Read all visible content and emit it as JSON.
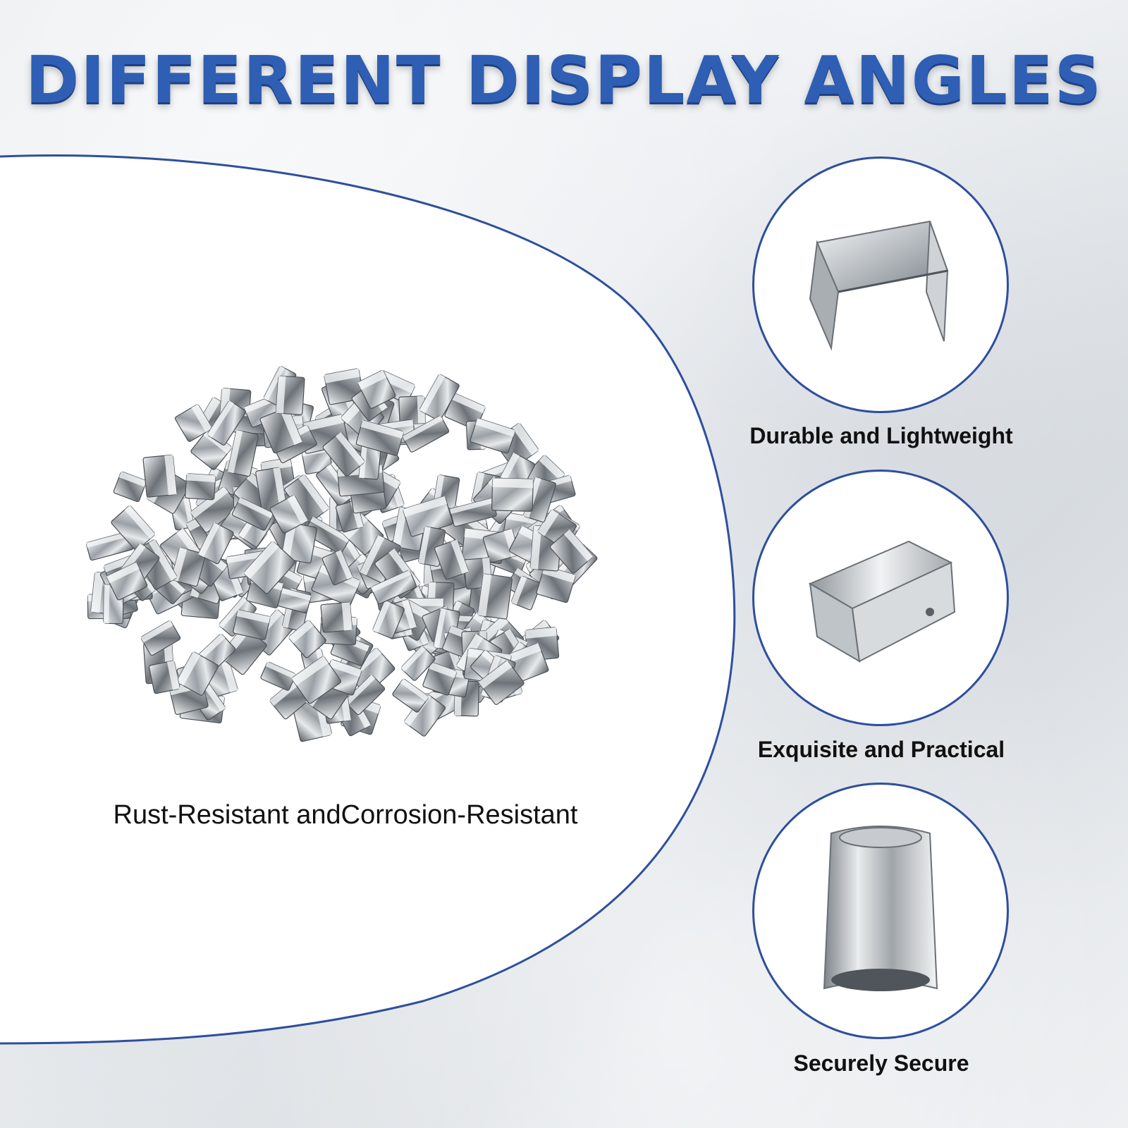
{
  "headline": "DIFFERENT DISPLAY ANGLES",
  "main_caption": "Rust-Resistant andCorrosion-Resistant",
  "angles": [
    {
      "caption": "Durable and Lightweight",
      "icon": "clip-front-icon"
    },
    {
      "caption": "Exquisite and Practical",
      "icon": "clip-side-icon"
    },
    {
      "caption": "Securely Secure",
      "icon": "clip-end-icon"
    }
  ],
  "colors": {
    "accent": "#2f5fb4",
    "arc": "#2e4f9c",
    "metal_light": "#e4e7ea",
    "metal_dark": "#5f656b"
  }
}
